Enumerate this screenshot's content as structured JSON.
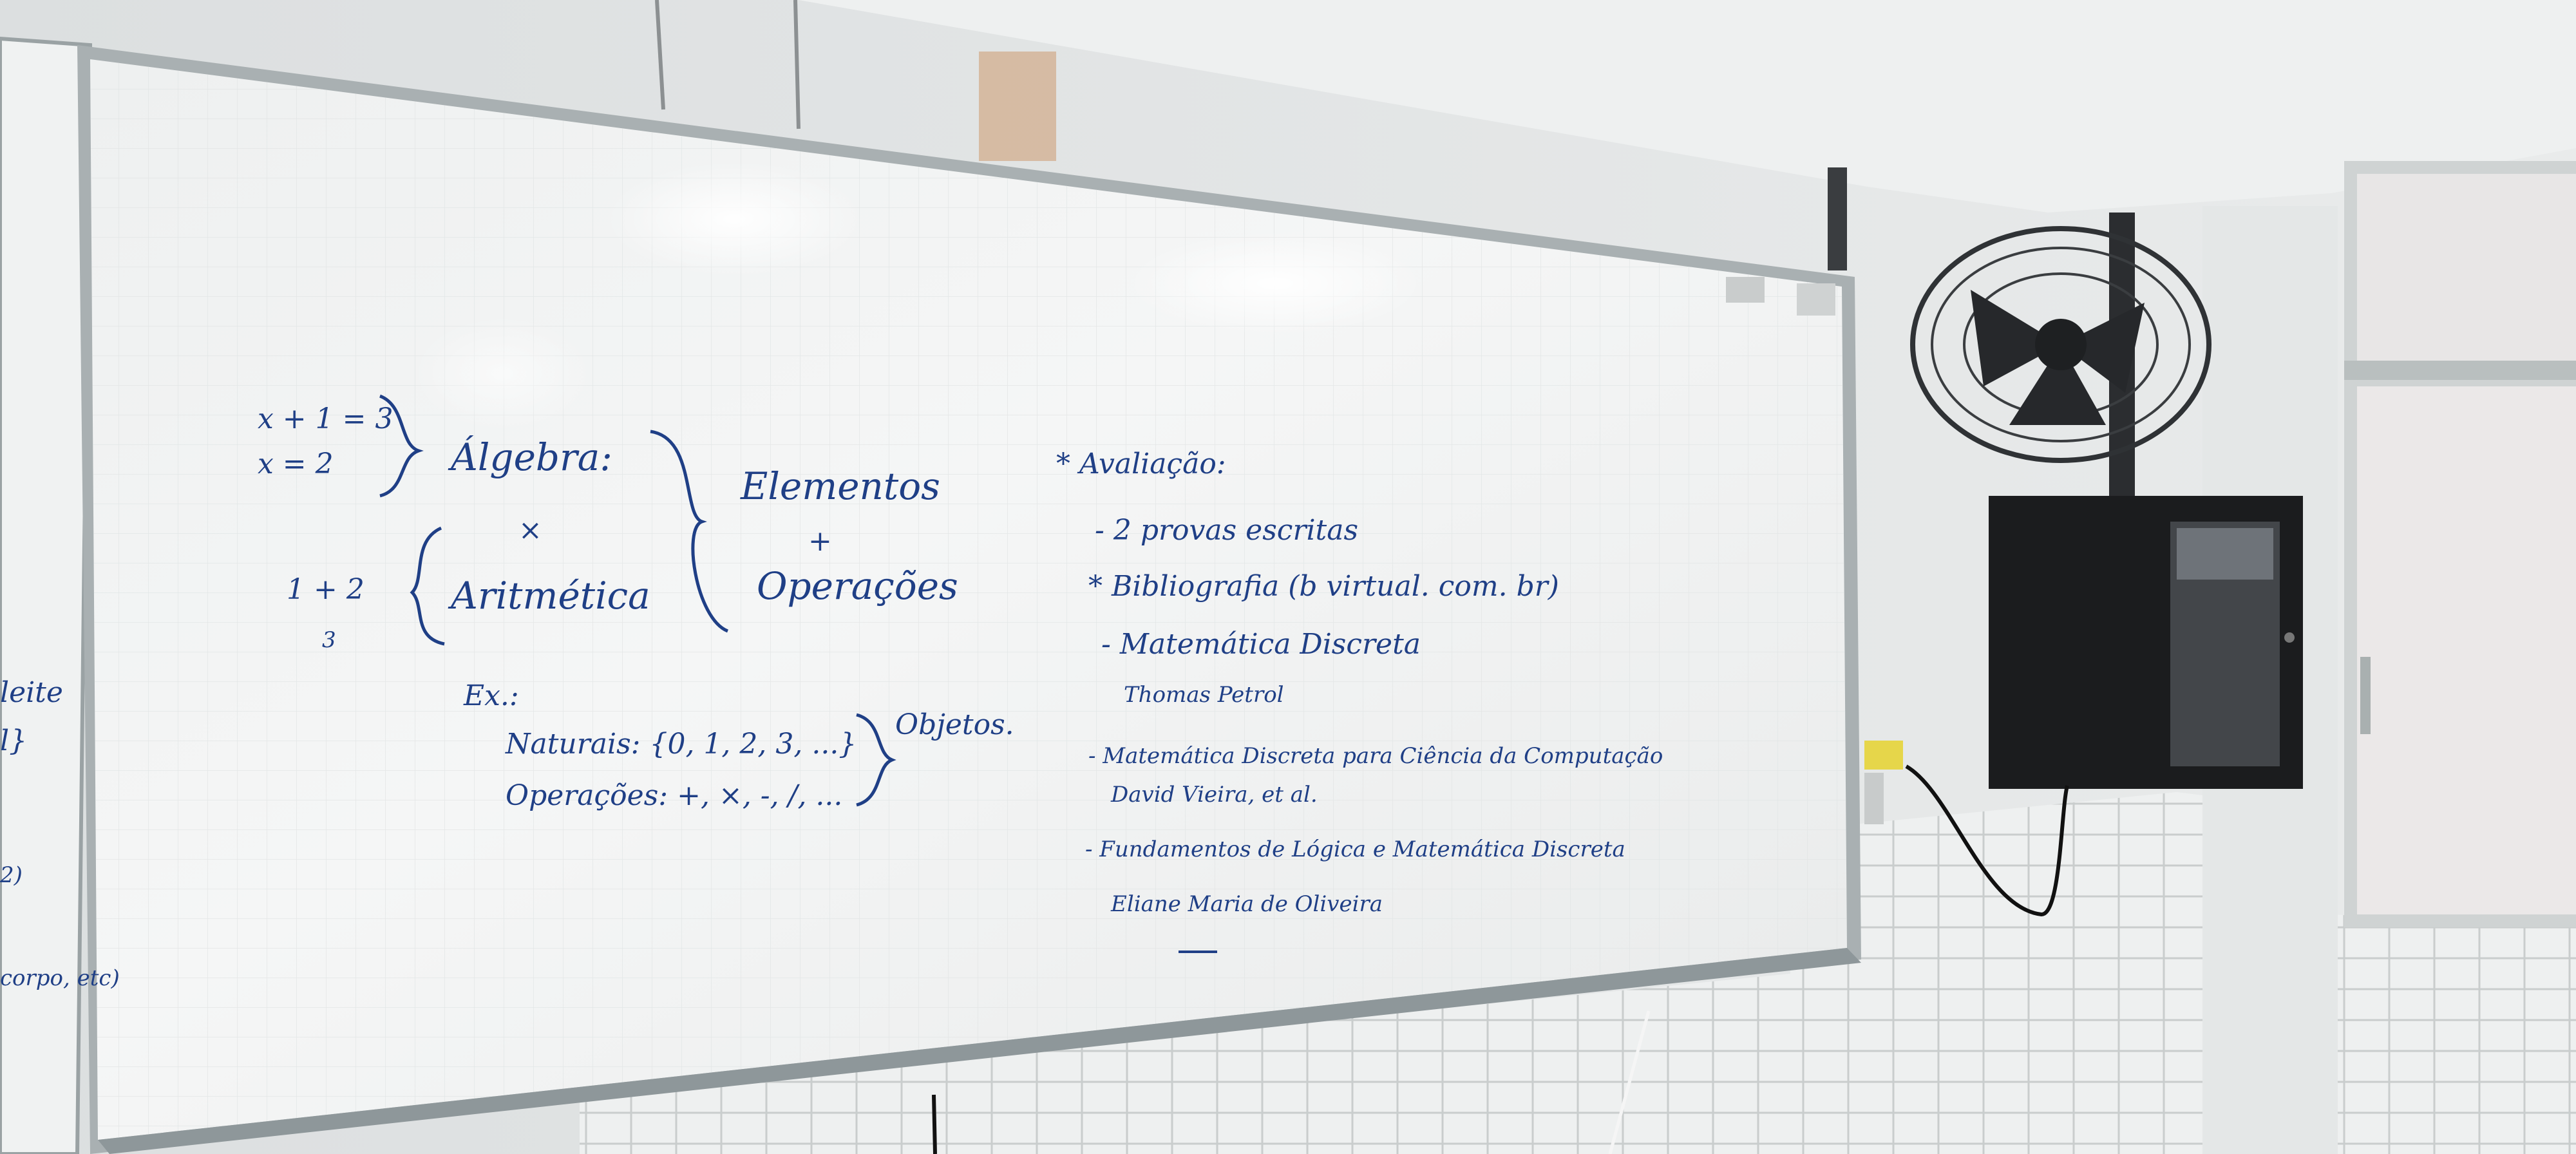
{
  "whiteboard": {
    "left_block": {
      "eq1": "x + 1 = 3",
      "eq2": "x = 2",
      "algebra": "Álgebra:",
      "times": "×",
      "sum": "1 + 2",
      "sum_result": "3",
      "arithmetic": "Aritmética",
      "elements": "Elementos",
      "plus": "+",
      "operations": "Operações"
    },
    "example": {
      "label": "Ex.:",
      "naturals": "Naturais: {0, 1, 2, 3, ...}",
      "operations": "Operações: +, ×, -, /, ...",
      "objects": "Objetos."
    },
    "evaluation": {
      "title": "* Avaliação:",
      "item1": "- 2 provas escritas",
      "bibliography": "* Bibliografia (b virtual. com. br)",
      "book1_title": "- Matemática Discreta",
      "book1_author": "Thomas Petrol",
      "book2_title": "- Matemática Discreta para Ciência da Computação",
      "book2_author": "David Vieira, et al.",
      "book3_title": "- Fundamentos de Lógica e Matemática Discreta",
      "book3_author": "Eliane Maria de Oliveira"
    },
    "left_edge_fragments": {
      "f1": "leite",
      "f2": "l}",
      "f3": "2)",
      "f4": "corpo, etc)"
    }
  }
}
